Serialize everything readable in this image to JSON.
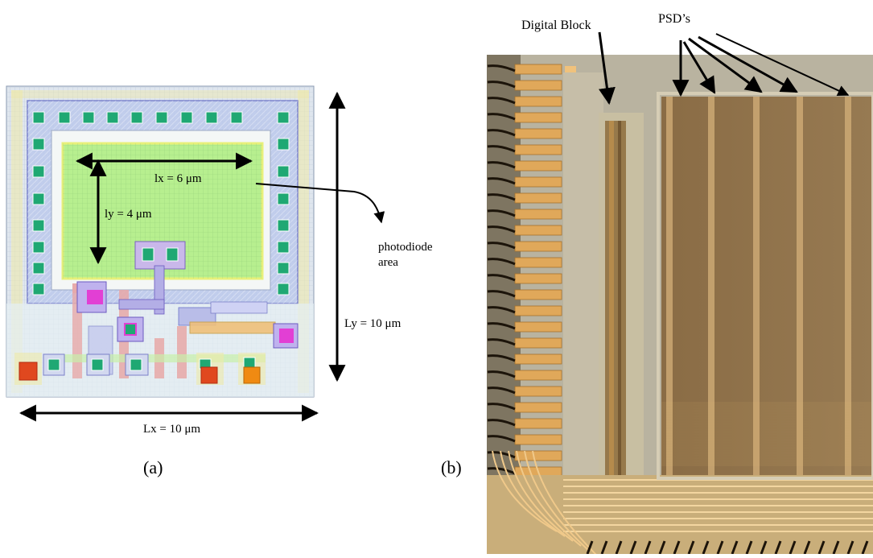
{
  "panel_a": {
    "caption": "(a)",
    "dim_lx": "lx = 6 μm",
    "dim_ly": "ly = 4 μm",
    "dim_Lx": "Lx = 10 μm",
    "dim_Ly": "Ly = 10 μm",
    "photodiode_label_line1": "photodiode",
    "photodiode_label_line2": "area"
  },
  "panel_b": {
    "caption": "(b)",
    "label_digital_block": "Digital Block",
    "label_psds": "PSD’s"
  },
  "colors": {
    "layout_bg": "#dfe6ee",
    "photodiode_fill": "#b7ef8f",
    "contact_green": "#1fa873",
    "pad_magenta": "#e23fd4",
    "pad_red": "#e0481f",
    "pad_orange": "#f08a12",
    "chip_gold": "#c79a52",
    "psd_area": "#8e6f47"
  }
}
